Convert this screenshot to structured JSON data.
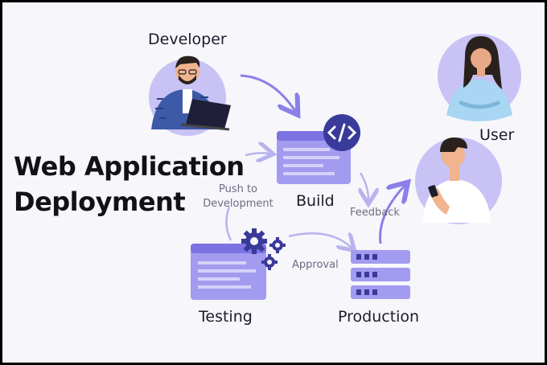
{
  "title": {
    "line1": "Web Application",
    "line2": "Deployment"
  },
  "nodes": {
    "developer": "Developer",
    "build": "Build",
    "user": "User",
    "testing": "Testing",
    "production": "Production"
  },
  "edges": {
    "push": "Push to Development",
    "push_line1": "Push to",
    "push_line2": "Development",
    "feedback": "Feedback",
    "approval": "Approval"
  },
  "icons": [
    "developer-avatar",
    "code-icon",
    "build-window",
    "user-avatar",
    "user-phone-avatar",
    "gear-icon",
    "testing-window",
    "server-rack-icon"
  ],
  "colors": {
    "accent": "#8b7fe8",
    "accent_dark": "#3a3a9a",
    "circle": "#c8c2f5",
    "background": "#f6f6fb"
  }
}
